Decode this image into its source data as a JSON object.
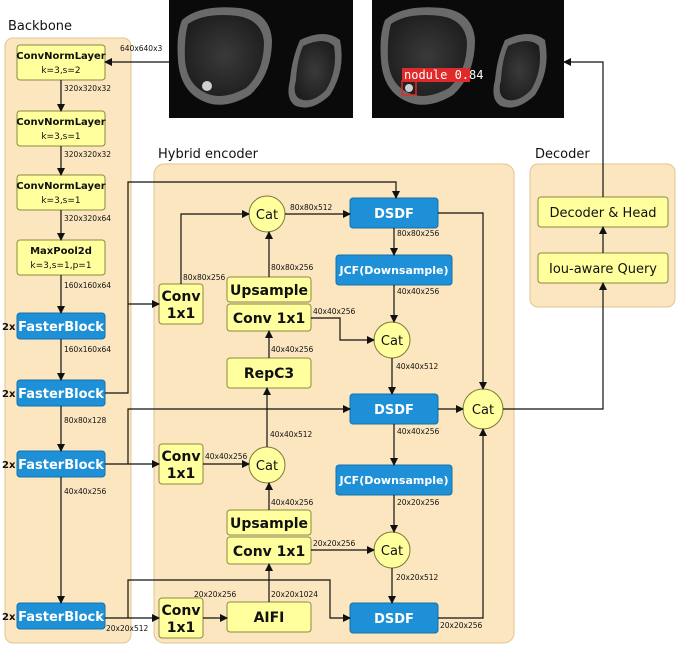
{
  "sections": {
    "backbone": "Backbone",
    "hybrid_encoder": "Hybrid encoder",
    "decoder": "Decoder"
  },
  "backbone": {
    "cnl1_title": "ConvNormLayer",
    "cnl1_params": "k=3,s=2",
    "cnl2_title": "ConvNormLayer",
    "cnl2_params": "k=3,s=1",
    "cnl3_title": "ConvNormLayer",
    "cnl3_params": "k=3,s=1",
    "pool_title": "MaxPool2d",
    "pool_params": "k=3,s=1,p=1",
    "fb_label": "FasterBlock",
    "fb_repeat": "2x"
  },
  "encoder": {
    "cat": "Cat",
    "dsdf": "DSDF",
    "jcf": "JCF(Downsample)",
    "upsample": "Upsample",
    "conv1x1": "Conv 1x1",
    "conv_line1": "Conv",
    "conv_line2": "1x1",
    "repc3": "RepC3",
    "aifi": "AIFI"
  },
  "decoder": {
    "head": "Decoder & Head",
    "query": "Iou-aware Query"
  },
  "detection": {
    "label": "nodule 0.84"
  },
  "dims": {
    "input": "640x640x3",
    "d320x32a": "320x320x32",
    "d320x32b": "320x320x32",
    "d320x64": "320x320x64",
    "d160a": "160x160x64",
    "d160b": "160x160x64",
    "d80x128": "80x80x128",
    "d40x256_bb": "40x40x256",
    "d20x512_bb": "20x20x512",
    "d80x256_conv": "80x80x256",
    "d80x512_cat": "80x80x512",
    "d80x256_up": "80x80x256",
    "d80x256_dsdf": "80x80x256",
    "d40x256_jcf": "40x40x256",
    "d40x256_conv": "40x40x256",
    "d40x256_rep": "40x40x256",
    "d40x512_cat": "40x40x512",
    "d40x256_dsdf": "40x40x256",
    "d40x512_mid": "40x40x512",
    "d40x256_conv2": "40x40x256",
    "d40x256_up2": "40x40x256",
    "d20x256_jcf": "20x20x256",
    "d20x256_conv": "20x20x256",
    "d20x512_cat": "20x20x512",
    "d20x256_aifi": "20x20x256",
    "d20x1024": "20x20x1024",
    "d20x256_out": "20x20x256"
  },
  "colors": {
    "yellow_box": "#ffff9e",
    "blue_box": "#1e90d8",
    "section_bg": "#fbe6c0",
    "detection_red": "#e02a2a"
  }
}
